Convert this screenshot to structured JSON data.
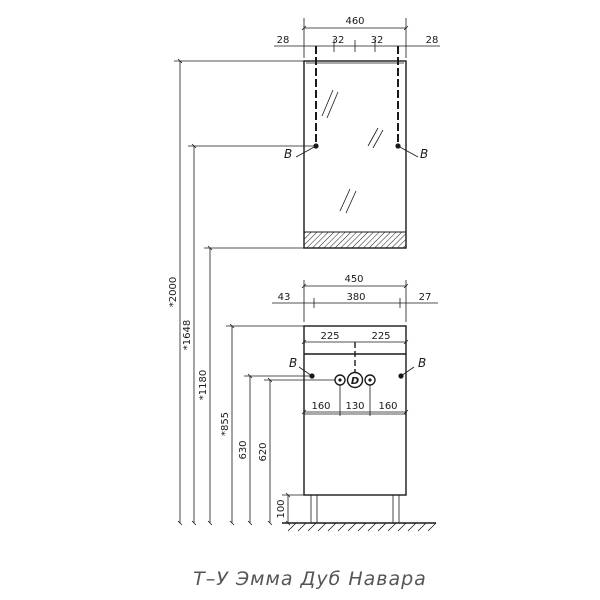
{
  "caption": "Т–У Эмма Дуб Навара",
  "mirror": {
    "width": "460",
    "parts": [
      "28",
      "32",
      "32",
      "28"
    ],
    "mount_left": "B",
    "mount_right": "B"
  },
  "cabinet": {
    "width": "450",
    "inner": "380",
    "side_left": "43",
    "side_right": "27",
    "half_left": "225",
    "half_right": "225",
    "mount_left": "B",
    "mount_right": "B",
    "pipe_label": "D",
    "pipes": [
      "160",
      "130",
      "160"
    ]
  },
  "heights": {
    "h2000": "*2000",
    "h1648": "*1648",
    "h1180": "*1180",
    "h855": "*855",
    "h630": "630",
    "h620": "620",
    "h100": "100"
  }
}
